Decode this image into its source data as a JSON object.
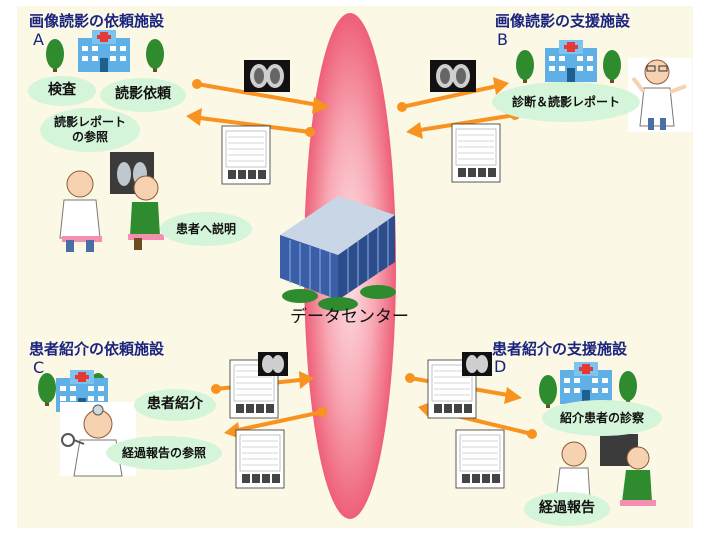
{
  "facilities": {
    "a": {
      "title": "画像読影の依頼施設",
      "letter": "A"
    },
    "b": {
      "title": "画像読影の支援施設",
      "letter": "B"
    },
    "c": {
      "title": "患者紹介の依頼施設",
      "letter": "C"
    },
    "d": {
      "title": "患者紹介の支援施設",
      "letter": "D"
    }
  },
  "bubbles": {
    "kensa": "検査",
    "dokuei_irai": "読影依頼",
    "report_ref_1": "読影レポート",
    "report_ref_2": "の参照",
    "patient_explain": "患者へ説明",
    "diagnosis_report": "診断＆読影レポート",
    "patient_referral": "患者紹介",
    "progress_ref": "経過報告の参照",
    "referral_exam": "紹介患者の診察",
    "progress_report": "経過報告"
  },
  "data_center": {
    "label": "データセンター"
  },
  "colors": {
    "title": "#1a237e",
    "arrow": "#f7931e",
    "bubble": "#d4f5d9",
    "ellipse": "#f47a8e",
    "background": "#fbf8e6"
  },
  "icons": [
    "hospital-icon",
    "tree-icon",
    "ct-scan-icon",
    "report-document-icon",
    "doctor-icon",
    "patient-icon",
    "data-center-building-icon"
  ]
}
